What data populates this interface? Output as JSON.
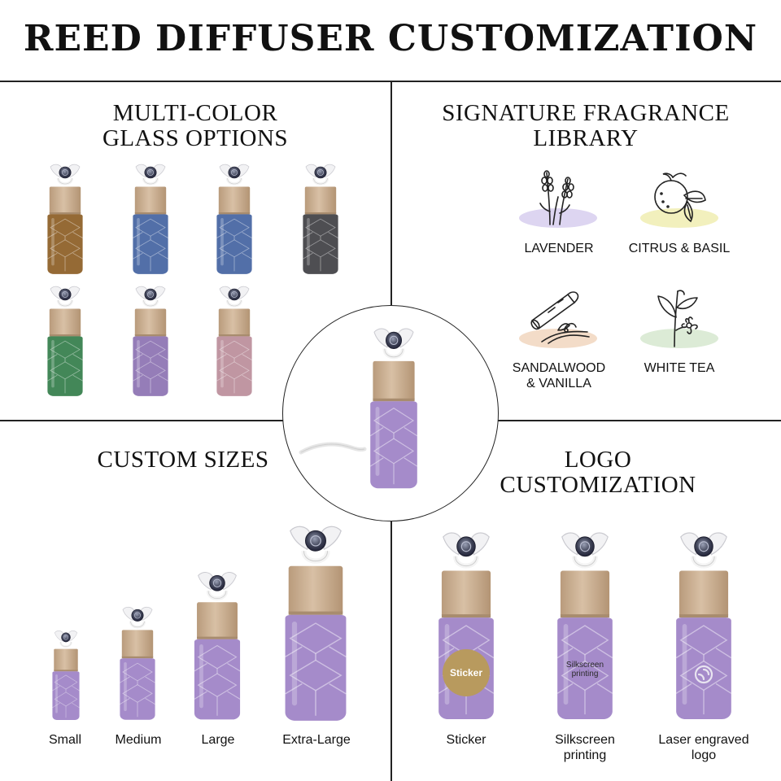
{
  "title": "REED DIFFUSER CUSTOMIZATION",
  "sections": {
    "glass": {
      "title_line1": "MULTI-COLOR",
      "title_line2": "GLASS OPTIONS"
    },
    "fragrance": {
      "title_line1": "SIGNATURE FRAGRANCE",
      "title_line2": "LIBRARY"
    },
    "sizes": {
      "title": "CUSTOM SIZES"
    },
    "logo": {
      "title_line1": "LOGO",
      "title_line2": "CUSTOMIZATION"
    }
  },
  "glass_colors": [
    {
      "name": "amber",
      "color": "#8a5a1f"
    },
    {
      "name": "blue",
      "color": "#3f5f9e"
    },
    {
      "name": "blue",
      "color": "#3f5f9e"
    },
    {
      "name": "black",
      "color": "#3b3b3f"
    },
    {
      "name": "green",
      "color": "#2f7a46"
    },
    {
      "name": "purple",
      "color": "#8a6fb0"
    },
    {
      "name": "pink",
      "color": "#b98b98"
    }
  ],
  "fragrances": [
    {
      "label": "LAVENDER",
      "icon": "lavender-icon",
      "blob_color": "#ddd5f1"
    },
    {
      "label": "CITRUS & BASIL",
      "icon": "citrus-basil-icon",
      "blob_color": "#f2f0bd"
    },
    {
      "label_line1": "SANDALWOOD",
      "label_line2": "& VANILLA",
      "icon": "sandalwood-vanilla-icon",
      "blob_color": "#f3dcc8"
    },
    {
      "label": "WHITE TEA",
      "icon": "white-tea-icon",
      "blob_color": "#dcebd6"
    }
  ],
  "sizes": [
    "Small",
    "Medium",
    "Large",
    "Extra-Large"
  ],
  "logo_options": {
    "sticker": {
      "label": "Sticker",
      "badge_text": "Sticker"
    },
    "silkscreen": {
      "label_line1": "Silkscreen",
      "label_line2": "printing",
      "print_line1": "Silkscreen",
      "print_line2": "printing"
    },
    "laser": {
      "label_line1": "Laser engraved",
      "label_line2": "logo"
    }
  },
  "accent_colors": {
    "cap_wood": "#c9ad8e",
    "glass_purple": "#9b7ec4",
    "sticker_gold": "#b89a5e"
  }
}
